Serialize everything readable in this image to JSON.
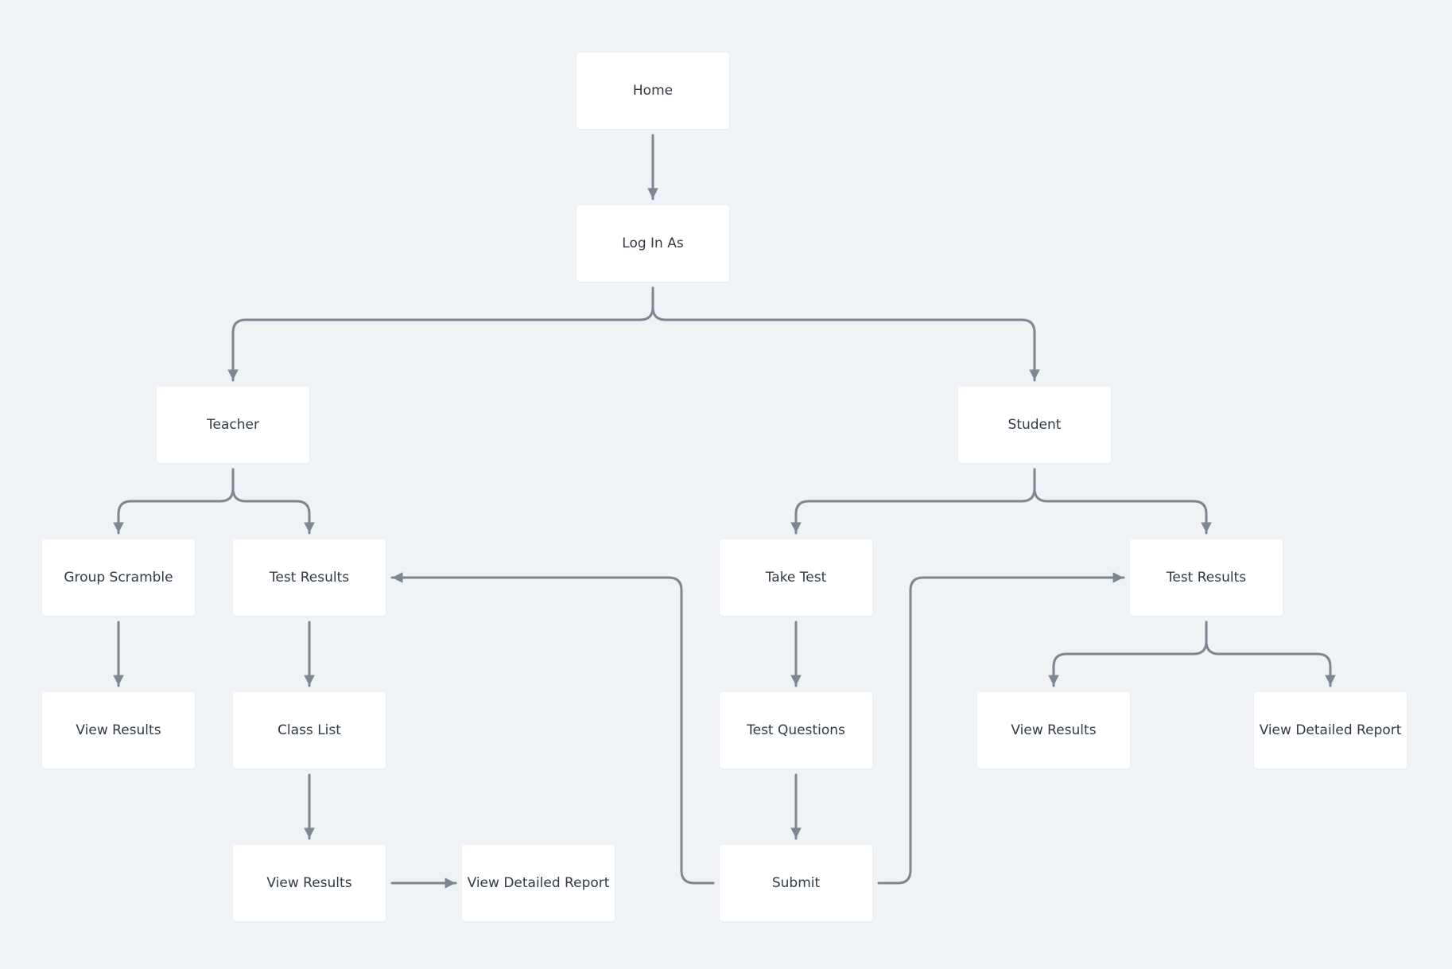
{
  "colors": {
    "background": "#f0f3f6",
    "node_fill": "#ffffff",
    "node_text": "#2f3a46",
    "connector": "#7c8793"
  },
  "nodes": {
    "home": "Home",
    "log_in_as": "Log In As",
    "teacher": "Teacher",
    "student": "Student",
    "group_scramble": "Group Scramble",
    "teacher_test_results": "Test Results",
    "teacher_view_results": "View Results",
    "class_list": "Class List",
    "class_view_results": "View Results",
    "class_view_detailed_report": "View Detailed Report",
    "take_test": "Take Test",
    "test_questions": "Test Questions",
    "submit": "Submit",
    "student_test_results": "Test Results",
    "student_view_results": "View Results",
    "student_view_detailed_report": "View Detailed Report"
  },
  "edges": [
    [
      "home",
      "log_in_as"
    ],
    [
      "log_in_as",
      "teacher"
    ],
    [
      "log_in_as",
      "student"
    ],
    [
      "teacher",
      "group_scramble"
    ],
    [
      "teacher",
      "teacher_test_results"
    ],
    [
      "group_scramble",
      "teacher_view_results"
    ],
    [
      "teacher_test_results",
      "class_list"
    ],
    [
      "class_list",
      "class_view_results"
    ],
    [
      "class_view_results",
      "class_view_detailed_report"
    ],
    [
      "student",
      "take_test"
    ],
    [
      "student",
      "student_test_results"
    ],
    [
      "take_test",
      "test_questions"
    ],
    [
      "test_questions",
      "submit"
    ],
    [
      "submit",
      "teacher_test_results"
    ],
    [
      "submit",
      "student_test_results"
    ],
    [
      "student_test_results",
      "student_view_results"
    ],
    [
      "student_test_results",
      "student_view_detailed_report"
    ]
  ]
}
